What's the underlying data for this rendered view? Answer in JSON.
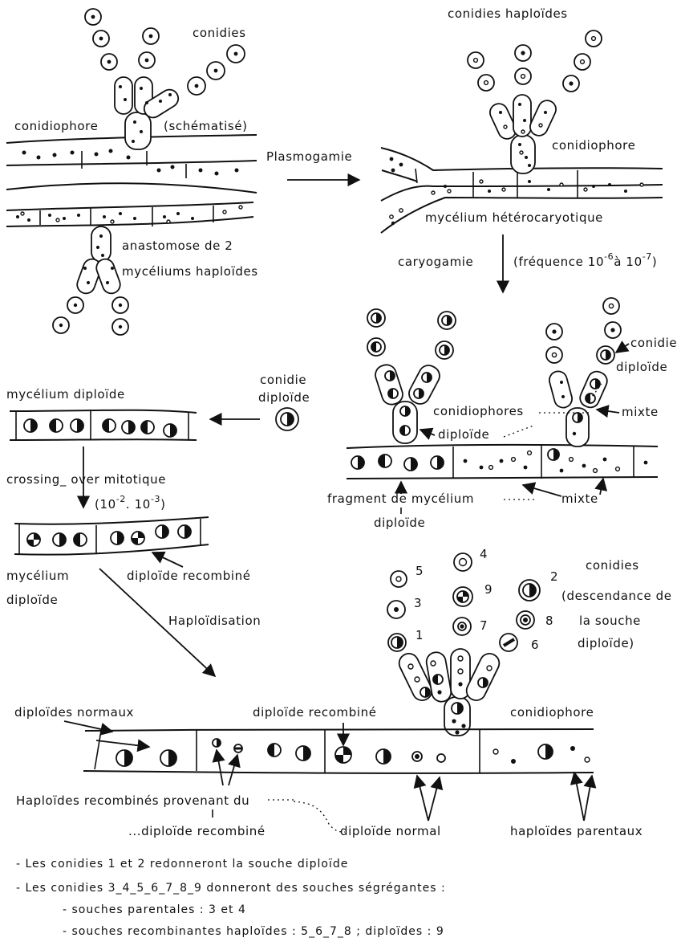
{
  "labels": {
    "conidies": "conidies",
    "conidiophore_schematise": "conidiophore",
    "schematise": "(schématisé)",
    "plasmogamie": "Plasmogamie",
    "anastomose_l1": "anastomose de 2",
    "anastomose_l2": "mycéliums haploïdes",
    "conidies_haploides": "conidies haploïdes",
    "conidiophore_top_right": "conidiophore",
    "mycelium_heterocaryotique": "mycélium hétérocaryotique",
    "caryogamie": "caryogamie",
    "frequence": "(fréquence 10",
    "freq_exp1": "-6",
    "freq_a": "à 10",
    "freq_exp2": "-7",
    "freq_close": ")",
    "conidie_right": "conidie",
    "diploide_right": "diploïde",
    "mycelium_diploide": "mycélium diploïde",
    "conidie_mid": "conidie",
    "diploide_mid": "diploïde",
    "conidiophores": "conidiophores",
    "mixte_1": "mixte",
    "diploide_2": "diploïde",
    "crossing_over": "crossing_ over mitotique",
    "freq2_a": "(10",
    "freq2_exp1": "-2",
    "freq2_b": ". 10",
    "freq2_exp2": "-3",
    "freq2_close": ")",
    "fragment": "fragment de mycélium",
    "mixte_2": "mixte",
    "diploide_3": "diploïde",
    "mycelium_l": "mycélium",
    "diploide_l": "diploïde",
    "diploide_recombine": "diploïde recombiné",
    "conidies_bottom": "conidies",
    "descendance_1": "(descendance de",
    "descendance_2": "la souche",
    "descendance_3": "diploïde)",
    "haploidisation": "Haploïdisation",
    "diploides_normaux": "diploïdes normaux",
    "diploide_recombine_2": "diploïde recombiné",
    "conidiophore_bottom": "conidiophore",
    "haploides_recombines": "Haploïdes recombinés provenant du",
    "diploide_recombine_3": "...diploïde recombiné",
    "diploide_normal": "diploïde normal",
    "haploides_parentaux": "haploïdes parentaux",
    "num_1": "1",
    "num_2": "2",
    "num_3": "3",
    "num_4": "4",
    "num_5": "5",
    "num_6": "6",
    "num_7": "7",
    "num_8": "8",
    "num_9": "9"
  },
  "notes": [
    "- Les conidies 1 et 2 redonneront la souche diploïde",
    "- Les conidies 3_4_5_6_7_8_9 donneront des souches ségrégantes :",
    "- souches parentales : 3 et 4",
    "- souches recombinantes haploïdes : 5_6_7_8   ; diploïdes : 9"
  ]
}
